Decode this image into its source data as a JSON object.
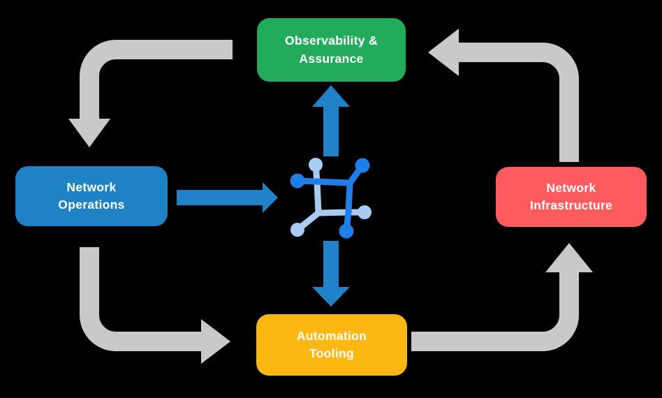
{
  "diagram": {
    "nodes": [
      {
        "id": "observability",
        "label": "Observability &\nAssurance",
        "color": "#22AB5A",
        "position": "top"
      },
      {
        "id": "operations",
        "label": "Network\nOperations",
        "color": "#1F82C4",
        "position": "left"
      },
      {
        "id": "infrastructure",
        "label": "Network\nInfrastructure",
        "color": "#FD5B5E",
        "position": "right"
      },
      {
        "id": "automation",
        "label": "Automation\nTooling",
        "color": "#FCB712",
        "position": "bottom"
      }
    ],
    "center_icon": "network-mesh-icon",
    "edges": [
      {
        "from": "observability",
        "to": "operations",
        "style": "gray-elbow-arrow"
      },
      {
        "from": "operations",
        "to": "automation",
        "style": "gray-elbow-arrow"
      },
      {
        "from": "automation",
        "to": "infrastructure",
        "style": "gray-elbow-arrow"
      },
      {
        "from": "infrastructure",
        "to": "observability",
        "style": "gray-elbow-arrow"
      },
      {
        "from": "operations",
        "to": "center-icon",
        "style": "blue-straight-arrow"
      },
      {
        "from": "center-icon",
        "to": "observability",
        "style": "blue-straight-arrow"
      },
      {
        "from": "center-icon",
        "to": "automation",
        "style": "blue-straight-arrow"
      }
    ],
    "colors": {
      "background": "#000000",
      "arrow_gray": "#C9C9C9",
      "arrow_blue": "#2182C7",
      "icon_blue_dark": "#1E7FE8",
      "icon_blue_light": "#A8CBF4",
      "node_green": "#22AB5A",
      "node_blue": "#1F82C4",
      "node_red": "#FD5B5E",
      "node_yellow": "#FCB712",
      "text": "#FFFFFF"
    }
  }
}
